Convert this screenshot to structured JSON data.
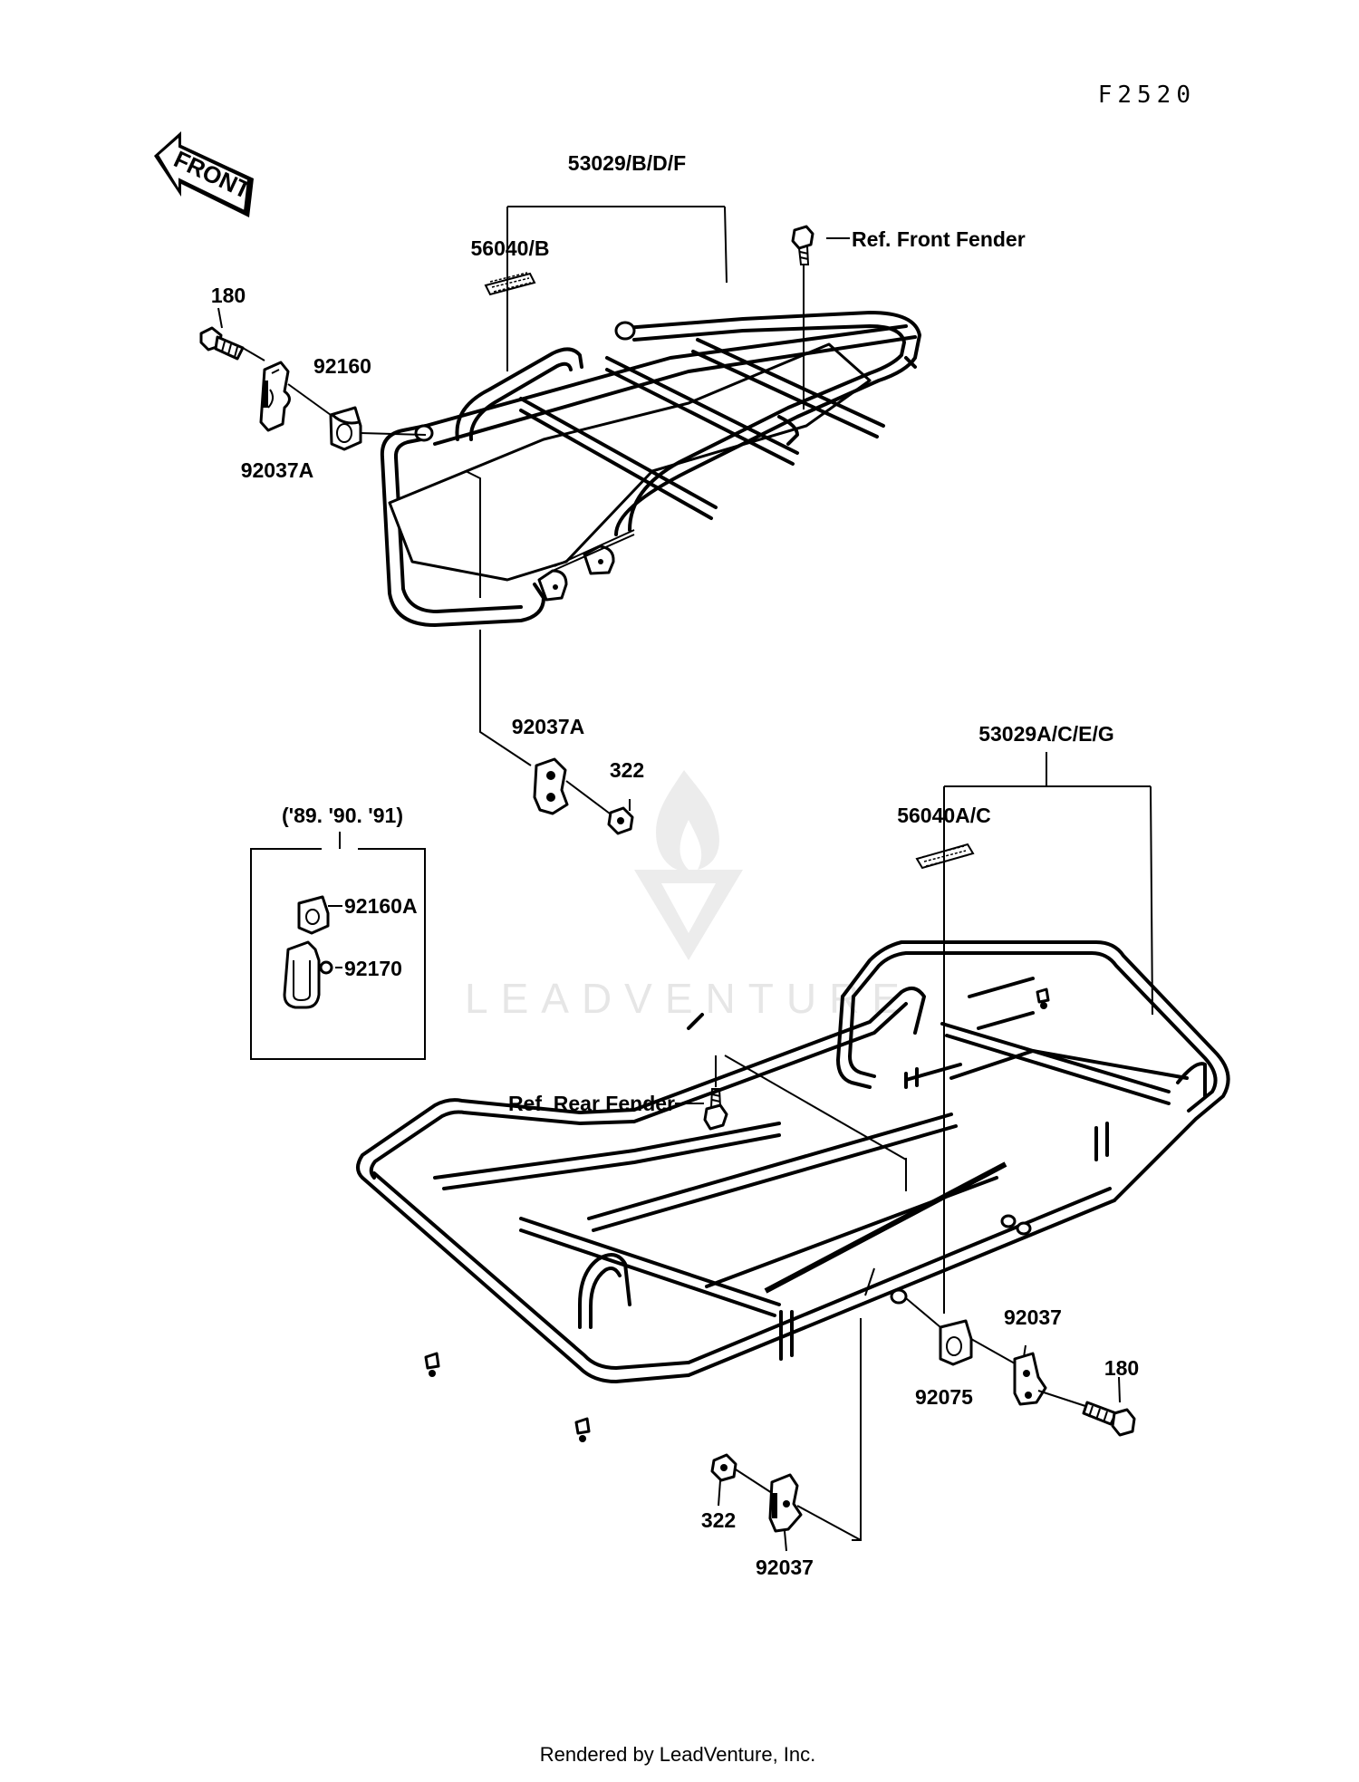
{
  "diagram_code": "F2520",
  "front_arrow": {
    "text": "FRONT",
    "icon": "front-direction-arrow"
  },
  "labels": {
    "front_carrier": "53029/B/D/F",
    "front_reflector": "56040/B",
    "ref_front_fender": "Ref. Front Fender",
    "bolt_front": "180",
    "bracket_front_upper": "92037A",
    "bushing_front": "92160",
    "bracket_front_lower": "92037A",
    "nut_front": "322",
    "years_box": "('89. '90. '91)",
    "box_bushing": "92160A",
    "box_clamp": "92170",
    "rear_carrier": "53029A/C/E/G",
    "rear_reflector": "56040A/C",
    "ref_rear_fender": "Ref. Rear Fender",
    "bracket_rear_right": "92037",
    "bolt_rear": "180",
    "bushing_rear": "92075",
    "nut_rear": "322",
    "bracket_rear_lower": "92037"
  },
  "watermark": "LEADVENTURE",
  "footer": "Rendered by LeadVenture, Inc."
}
